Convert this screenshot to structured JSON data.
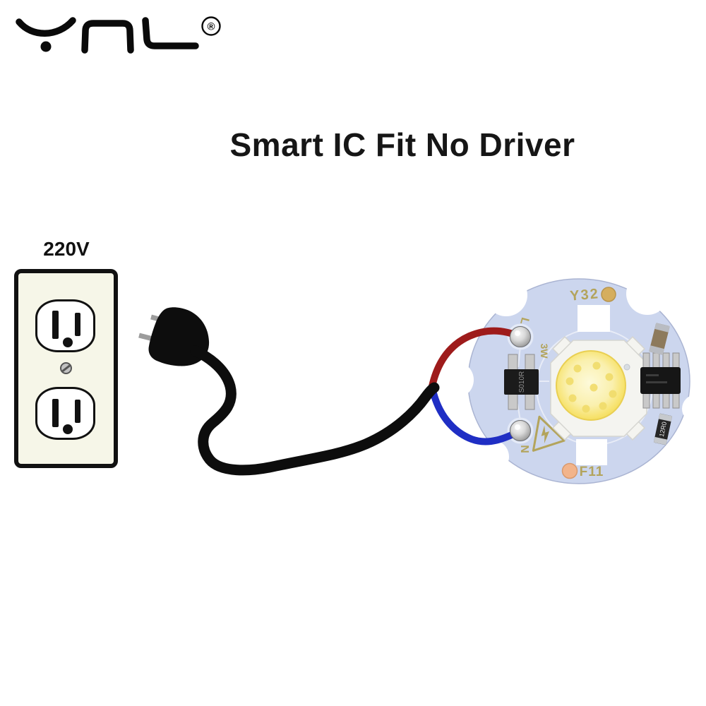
{
  "page": {
    "background_color": "#ffffff",
    "kind": "product-wiring-diagram"
  },
  "brand": {
    "logo_text": "YNL",
    "registered_mark": "®",
    "logo_color": "#0a0a0a"
  },
  "headline": {
    "title": "Smart IC Fit No Driver"
  },
  "outlet": {
    "voltage_label": "220V",
    "plate_color": "#f6f6e8",
    "socket_count": 2,
    "socket_features": [
      "two vertical slots",
      "round ground hole",
      "center screw"
    ]
  },
  "plug": {
    "body_color": "#0d0d0d",
    "prong_color": "#9c9c9c",
    "cable_color": "#0d0d0d"
  },
  "wires": {
    "live": {
      "label": "L",
      "color": "#9e1b1b"
    },
    "neutral": {
      "label": "N",
      "color": "#1f2ec4"
    }
  },
  "led_module": {
    "model_top": "Y32",
    "model_bottom": "F11",
    "live_pad_label": "L",
    "neutral_pad_label": "N",
    "power_marking": "3W",
    "bridge_rectifier_marking": "S010R",
    "resistor_marking": "12R0",
    "warning_symbol": "high-voltage-triangle-icon",
    "pcb_color": "#ccd6ee",
    "silkscreen_color": "#b3a45c",
    "cob_led": {
      "outer_color": "#f3d94e",
      "inner_color": "#fdfada",
      "base_color": "#f4f4f0"
    },
    "pads": {
      "top_color": "#d5ae5e",
      "bottom_color": "#f2b48b"
    },
    "solder_joint_color": "#d9d9d9"
  }
}
